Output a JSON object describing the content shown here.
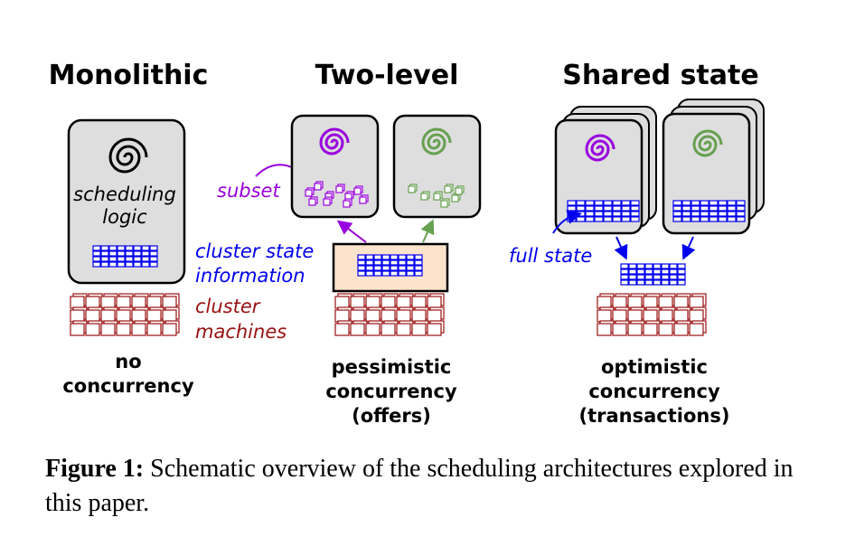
{
  "titles": {
    "monolithic": "Monolithic",
    "two_level": "Two-level",
    "shared_state": "Shared state"
  },
  "monolithic": {
    "scheduler_label_line1": "scheduling",
    "scheduler_label_line2": "logic"
  },
  "annotations": {
    "subset": "subset",
    "cluster_state_line1": "cluster state",
    "cluster_state_line2": "information",
    "cluster_machines_line1": "cluster",
    "cluster_machines_line2": "machines",
    "full_state": "full state"
  },
  "concurrency": {
    "monolithic_line1": "no",
    "monolithic_line2": "concurrency",
    "two_level_line1": "pessimistic",
    "two_level_line2": "concurrency",
    "two_level_line3": "(offers)",
    "shared_line1": "optimistic",
    "shared_line2": "concurrency",
    "shared_line3": "(transactions)"
  },
  "caption": {
    "figure_label": "Figure 1:",
    "text": " Schematic overview of the scheduling architectures explored in this paper."
  },
  "colors": {
    "purple": "#9900dd",
    "green": "#66a050",
    "blue": "#0000ee",
    "dark_red": "#991111",
    "box_gray": "#dedede",
    "offer_box": "#fbe3cc"
  }
}
